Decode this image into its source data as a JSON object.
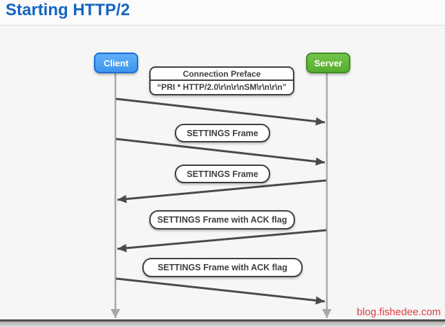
{
  "header": {
    "title": "Starting HTTP/2"
  },
  "diagram": {
    "actors": [
      {
        "id": "client",
        "label": "Client",
        "fill": "#4BA4F5",
        "border": "#1A6FD3"
      },
      {
        "id": "server",
        "label": "Server",
        "fill": "#63B93C",
        "border": "#3E8D20"
      }
    ],
    "messages": [
      {
        "label": "Connection Preface",
        "detail": "“PRI * HTTP/2.0\\r\\n\\r\\nSM\\r\\n\\r\\n”",
        "from": "Client",
        "to": "Server"
      },
      {
        "label": "SETTINGS Frame",
        "from": "Client",
        "to": "Server"
      },
      {
        "label": "SETTINGS Frame",
        "from": "Server",
        "to": "Client"
      },
      {
        "label": "SETTINGS Frame with ACK flag",
        "from": "Server",
        "to": "Client"
      },
      {
        "label": "SETTINGS Frame with ACK flag",
        "from": "Client",
        "to": "Server"
      }
    ],
    "colors": {
      "title": "#1565C0",
      "arrow": "#4A4A4A",
      "lifeline": "#A8A8A8",
      "box_border": "#3F3F3F"
    }
  },
  "watermark": {
    "text": "blog.fishedee.com",
    "color": "#E23C3C"
  }
}
